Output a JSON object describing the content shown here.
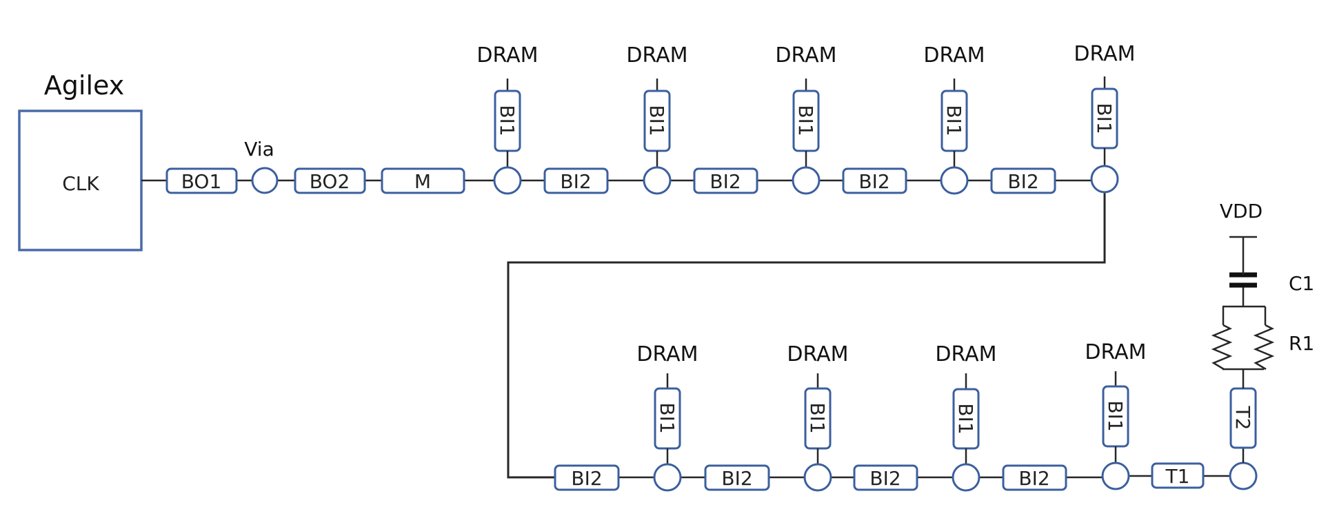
{
  "diagram": {
    "title": "Agilex clock topology",
    "colors": {
      "wire": "#262626",
      "component_border": "#3b5f9e",
      "text": "#111111"
    },
    "source": {
      "device_label": "Agilex",
      "block_label": "CLK"
    },
    "top_chain": {
      "series": [
        {
          "id": "bo1",
          "label": "BO1"
        },
        {
          "id": "via",
          "label": "Via",
          "type": "via"
        },
        {
          "id": "bo2",
          "label": "BO2"
        },
        {
          "id": "m",
          "label": "M"
        }
      ],
      "stubs": [
        {
          "node": 1,
          "stub_label": "BI1",
          "load_label": "DRAM",
          "next_segment": "BI2"
        },
        {
          "node": 2,
          "stub_label": "BI1",
          "load_label": "DRAM",
          "next_segment": "BI2"
        },
        {
          "node": 3,
          "stub_label": "BI1",
          "load_label": "DRAM",
          "next_segment": "BI2"
        },
        {
          "node": 4,
          "stub_label": "BI1",
          "load_label": "DRAM",
          "next_segment": "BI2"
        },
        {
          "node": 5,
          "stub_label": "BI1",
          "load_label": "DRAM",
          "next_segment": ""
        }
      ]
    },
    "bottom_chain": {
      "first_segment": "BI2",
      "stubs": [
        {
          "node": 6,
          "stub_label": "BI1",
          "load_label": "DRAM",
          "next_segment": "BI2"
        },
        {
          "node": 7,
          "stub_label": "BI1",
          "load_label": "DRAM",
          "next_segment": "BI2"
        },
        {
          "node": 8,
          "stub_label": "BI1",
          "load_label": "DRAM",
          "next_segment": "BI2"
        },
        {
          "node": 9,
          "stub_label": "BI1",
          "load_label": "DRAM",
          "next_segment": "T1"
        }
      ]
    },
    "termination": {
      "stub_label": "T2",
      "resistor_label": "R1",
      "capacitor_label": "C1",
      "supply_label": "VDD"
    }
  }
}
